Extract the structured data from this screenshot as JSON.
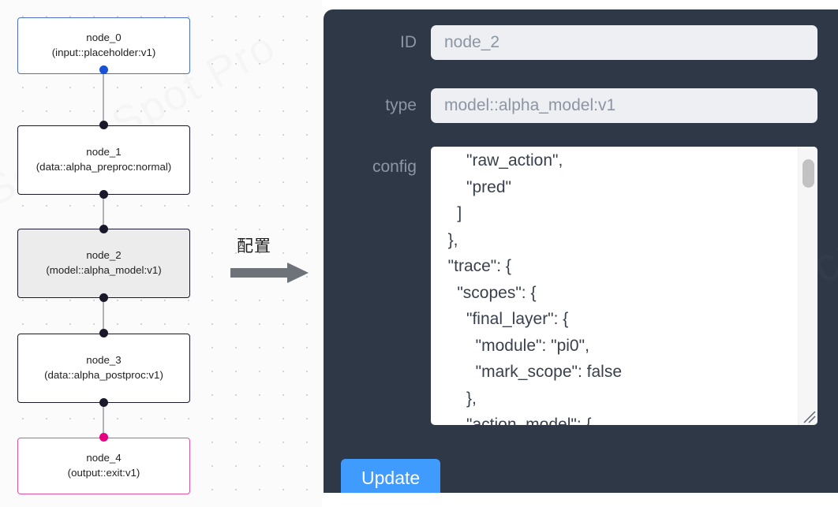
{
  "canvas": {
    "watermark": "ScreenSpot Pro",
    "nodes": [
      {
        "id": "node_0",
        "type": "(input::placeholder:v1)",
        "variant": "input"
      },
      {
        "id": "node_1",
        "type": "(data::alpha_preproc:normal)",
        "variant": "default"
      },
      {
        "id": "node_2",
        "type": "(model::alpha_model:v1)",
        "variant": "selected"
      },
      {
        "id": "node_3",
        "type": "(data::alpha_postproc:v1)",
        "variant": "default"
      },
      {
        "id": "node_4",
        "type": "(output::exit:v1)",
        "variant": "output"
      }
    ]
  },
  "arrow": {
    "caption": "配置",
    "icon": "right-arrow-icon",
    "color": "#6e7279"
  },
  "panel": {
    "background_color": "#2e3847",
    "fields": {
      "id": {
        "label": "ID",
        "value": "node_2"
      },
      "type": {
        "label": "type",
        "value": "model::alpha_model:v1"
      },
      "config": {
        "label": "config",
        "value": "      \"raw_action\",\n      \"pred\"\n    ]\n  },\n  \"trace\": {\n    \"scopes\": {\n      \"final_layer\": {\n        \"module\": \"pi0\",\n        \"mark_scope\": false\n      },\n      \"action_model\": {"
      }
    },
    "update_button": {
      "label": "Update",
      "color": "#409bff"
    }
  }
}
